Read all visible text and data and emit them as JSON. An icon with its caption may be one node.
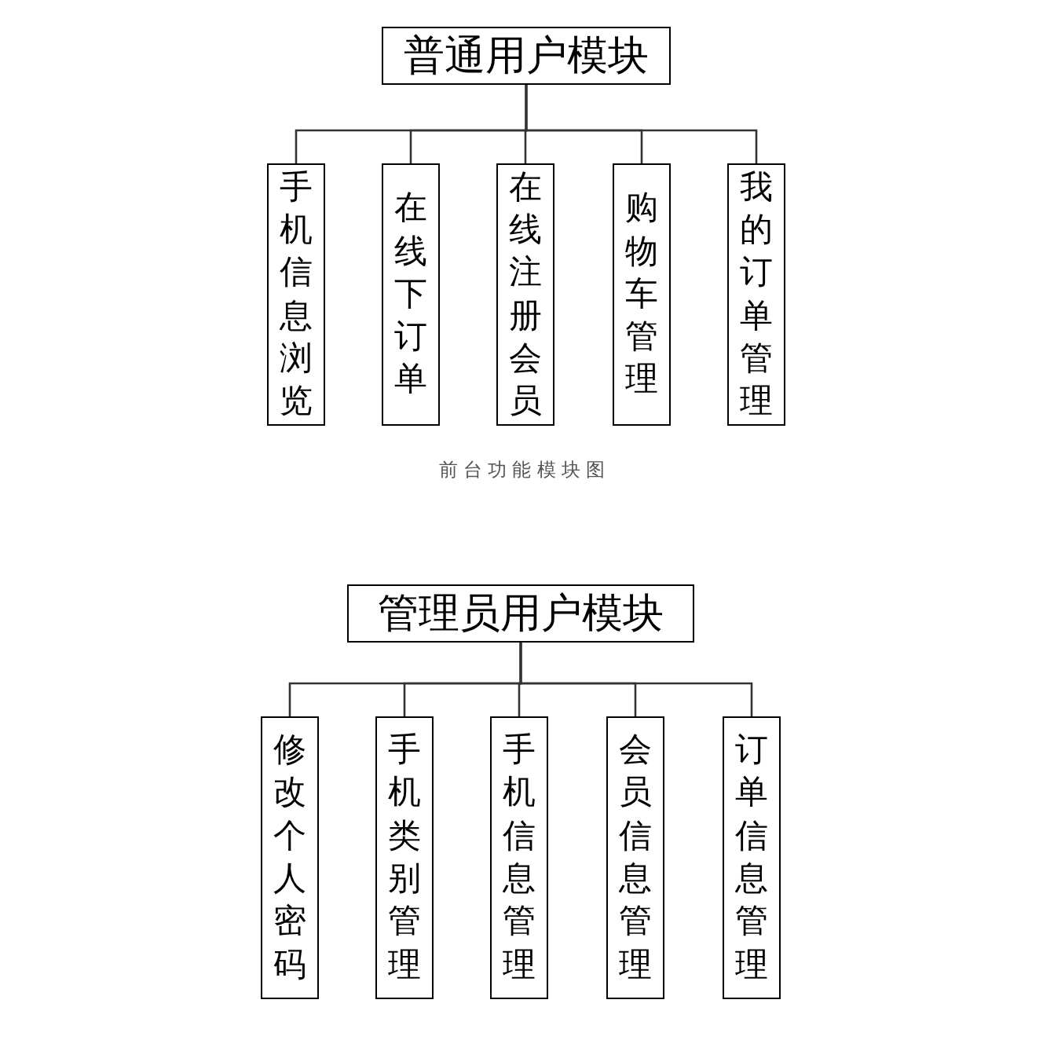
{
  "diagram": {
    "caption": "前台功能模块图",
    "nodes": [
      {
        "text": [
          "普通用户模块"
        ]
      },
      {
        "text": [
          "手机信息浏览"
        ]
      },
      {
        "text": [
          "在线下订单"
        ]
      },
      {
        "text": [
          "在线注册会员"
        ]
      },
      {
        "text": [
          "购物车管理"
        ]
      },
      {
        "text": [
          "我的订单管理"
        ]
      },
      {
        "text": [
          "管理员用户模块"
        ]
      },
      {
        "text": [
          "修改个人密码"
        ]
      },
      {
        "text": [
          "手机类别管理"
        ]
      },
      {
        "text": [
          "手机信息管理"
        ]
      },
      {
        "text": [
          "会员信息管理"
        ]
      },
      {
        "text": [
          "订单信息管理"
        ]
      }
    ],
    "edges": [
      {
        "from": 0,
        "to": 1,
        "arrow": "none"
      },
      {
        "from": 0,
        "to": 2,
        "arrow": "none"
      },
      {
        "from": 0,
        "to": 3,
        "arrow": "none"
      },
      {
        "from": 0,
        "to": 4,
        "arrow": "none"
      },
      {
        "from": 0,
        "to": 5,
        "arrow": "none"
      },
      {
        "from": 6,
        "to": 7,
        "arrow": "none"
      },
      {
        "from": 6,
        "to": 8,
        "arrow": "none"
      },
      {
        "from": 6,
        "to": 9,
        "arrow": "none"
      },
      {
        "from": 6,
        "to": 10,
        "arrow": "none"
      },
      {
        "from": 6,
        "to": 11,
        "arrow": "none"
      }
    ]
  }
}
